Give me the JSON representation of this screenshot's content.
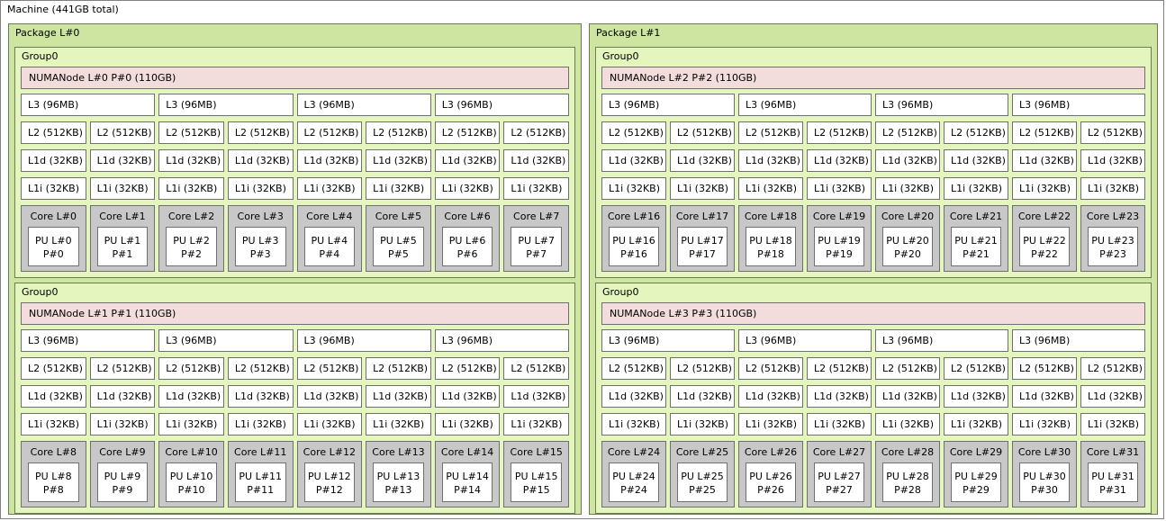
{
  "machine": {
    "label": "Machine (441GB total)"
  },
  "layout": {
    "cols_per_group": 8,
    "l3_per_group": 4
  },
  "packages": [
    {
      "label": "Package L#0",
      "groups": [
        {
          "label": "Group0",
          "numanode": "NUMANode L#0 P#0 (110GB)",
          "l3": [
            "L3 (96MB)",
            "L3 (96MB)",
            "L3 (96MB)",
            "L3 (96MB)"
          ],
          "l2": [
            "L2 (512KB)",
            "L2 (512KB)",
            "L2 (512KB)",
            "L2 (512KB)",
            "L2 (512KB)",
            "L2 (512KB)",
            "L2 (512KB)",
            "L2 (512KB)"
          ],
          "l1d": [
            "L1d (32KB)",
            "L1d (32KB)",
            "L1d (32KB)",
            "L1d (32KB)",
            "L1d (32KB)",
            "L1d (32KB)",
            "L1d (32KB)",
            "L1d (32KB)"
          ],
          "l1i": [
            "L1i (32KB)",
            "L1i (32KB)",
            "L1i (32KB)",
            "L1i (32KB)",
            "L1i (32KB)",
            "L1i (32KB)",
            "L1i (32KB)",
            "L1i (32KB)"
          ],
          "cores": [
            {
              "label": "Core L#0",
              "pu_l": "PU L#0",
              "pu_p": "P#0"
            },
            {
              "label": "Core L#1",
              "pu_l": "PU L#1",
              "pu_p": "P#1"
            },
            {
              "label": "Core L#2",
              "pu_l": "PU L#2",
              "pu_p": "P#2"
            },
            {
              "label": "Core L#3",
              "pu_l": "PU L#3",
              "pu_p": "P#3"
            },
            {
              "label": "Core L#4",
              "pu_l": "PU L#4",
              "pu_p": "P#4"
            },
            {
              "label": "Core L#5",
              "pu_l": "PU L#5",
              "pu_p": "P#5"
            },
            {
              "label": "Core L#6",
              "pu_l": "PU L#6",
              "pu_p": "P#6"
            },
            {
              "label": "Core L#7",
              "pu_l": "PU L#7",
              "pu_p": "P#7"
            }
          ]
        },
        {
          "label": "Group0",
          "numanode": "NUMANode L#1 P#1 (110GB)",
          "l3": [
            "L3 (96MB)",
            "L3 (96MB)",
            "L3 (96MB)",
            "L3 (96MB)"
          ],
          "l2": [
            "L2 (512KB)",
            "L2 (512KB)",
            "L2 (512KB)",
            "L2 (512KB)",
            "L2 (512KB)",
            "L2 (512KB)",
            "L2 (512KB)",
            "L2 (512KB)"
          ],
          "l1d": [
            "L1d (32KB)",
            "L1d (32KB)",
            "L1d (32KB)",
            "L1d (32KB)",
            "L1d (32KB)",
            "L1d (32KB)",
            "L1d (32KB)",
            "L1d (32KB)"
          ],
          "l1i": [
            "L1i (32KB)",
            "L1i (32KB)",
            "L1i (32KB)",
            "L1i (32KB)",
            "L1i (32KB)",
            "L1i (32KB)",
            "L1i (32KB)",
            "L1i (32KB)"
          ],
          "cores": [
            {
              "label": "Core L#8",
              "pu_l": "PU L#8",
              "pu_p": "P#8"
            },
            {
              "label": "Core L#9",
              "pu_l": "PU L#9",
              "pu_p": "P#9"
            },
            {
              "label": "Core L#10",
              "pu_l": "PU L#10",
              "pu_p": "P#10"
            },
            {
              "label": "Core L#11",
              "pu_l": "PU L#11",
              "pu_p": "P#11"
            },
            {
              "label": "Core L#12",
              "pu_l": "PU L#12",
              "pu_p": "P#12"
            },
            {
              "label": "Core L#13",
              "pu_l": "PU L#13",
              "pu_p": "P#13"
            },
            {
              "label": "Core L#14",
              "pu_l": "PU L#14",
              "pu_p": "P#14"
            },
            {
              "label": "Core L#15",
              "pu_l": "PU L#15",
              "pu_p": "P#15"
            }
          ]
        }
      ]
    },
    {
      "label": "Package L#1",
      "groups": [
        {
          "label": "Group0",
          "numanode": "NUMANode L#2 P#2 (110GB)",
          "l3": [
            "L3 (96MB)",
            "L3 (96MB)",
            "L3 (96MB)",
            "L3 (96MB)"
          ],
          "l2": [
            "L2 (512KB)",
            "L2 (512KB)",
            "L2 (512KB)",
            "L2 (512KB)",
            "L2 (512KB)",
            "L2 (512KB)",
            "L2 (512KB)",
            "L2 (512KB)"
          ],
          "l1d": [
            "L1d (32KB)",
            "L1d (32KB)",
            "L1d (32KB)",
            "L1d (32KB)",
            "L1d (32KB)",
            "L1d (32KB)",
            "L1d (32KB)",
            "L1d (32KB)"
          ],
          "l1i": [
            "L1i (32KB)",
            "L1i (32KB)",
            "L1i (32KB)",
            "L1i (32KB)",
            "L1i (32KB)",
            "L1i (32KB)",
            "L1i (32KB)",
            "L1i (32KB)"
          ],
          "cores": [
            {
              "label": "Core L#16",
              "pu_l": "PU L#16",
              "pu_p": "P#16"
            },
            {
              "label": "Core L#17",
              "pu_l": "PU L#17",
              "pu_p": "P#17"
            },
            {
              "label": "Core L#18",
              "pu_l": "PU L#18",
              "pu_p": "P#18"
            },
            {
              "label": "Core L#19",
              "pu_l": "PU L#19",
              "pu_p": "P#19"
            },
            {
              "label": "Core L#20",
              "pu_l": "PU L#20",
              "pu_p": "P#20"
            },
            {
              "label": "Core L#21",
              "pu_l": "PU L#21",
              "pu_p": "P#21"
            },
            {
              "label": "Core L#22",
              "pu_l": "PU L#22",
              "pu_p": "P#22"
            },
            {
              "label": "Core L#23",
              "pu_l": "PU L#23",
              "pu_p": "P#23"
            }
          ]
        },
        {
          "label": "Group0",
          "numanode": "NUMANode L#3 P#3 (110GB)",
          "l3": [
            "L3 (96MB)",
            "L3 (96MB)",
            "L3 (96MB)",
            "L3 (96MB)"
          ],
          "l2": [
            "L2 (512KB)",
            "L2 (512KB)",
            "L2 (512KB)",
            "L2 (512KB)",
            "L2 (512KB)",
            "L2 (512KB)",
            "L2 (512KB)",
            "L2 (512KB)"
          ],
          "l1d": [
            "L1d (32KB)",
            "L1d (32KB)",
            "L1d (32KB)",
            "L1d (32KB)",
            "L1d (32KB)",
            "L1d (32KB)",
            "L1d (32KB)",
            "L1d (32KB)"
          ],
          "l1i": [
            "L1i (32KB)",
            "L1i (32KB)",
            "L1i (32KB)",
            "L1i (32KB)",
            "L1i (32KB)",
            "L1i (32KB)",
            "L1i (32KB)",
            "L1i (32KB)"
          ],
          "cores": [
            {
              "label": "Core L#24",
              "pu_l": "PU L#24",
              "pu_p": "P#24"
            },
            {
              "label": "Core L#25",
              "pu_l": "PU L#25",
              "pu_p": "P#25"
            },
            {
              "label": "Core L#26",
              "pu_l": "PU L#26",
              "pu_p": "P#26"
            },
            {
              "label": "Core L#27",
              "pu_l": "PU L#27",
              "pu_p": "P#27"
            },
            {
              "label": "Core L#28",
              "pu_l": "PU L#28",
              "pu_p": "P#28"
            },
            {
              "label": "Core L#29",
              "pu_l": "PU L#29",
              "pu_p": "P#29"
            },
            {
              "label": "Core L#30",
              "pu_l": "PU L#30",
              "pu_p": "P#30"
            },
            {
              "label": "Core L#31",
              "pu_l": "PU L#31",
              "pu_p": "P#31"
            }
          ]
        }
      ]
    }
  ],
  "colors": {
    "machine_bg": "#ffffff",
    "machine_border": "#808080",
    "package_bg": "#cde5a0",
    "group_bg": "#e4f5bd",
    "numanode_bg": "#f2dcdc",
    "cache_bg": "#ffffff",
    "core_bg": "#c8c8c8",
    "pu_bg": "#ffffff",
    "box_border": "#6f6f6f",
    "green_border": "#6e7b55"
  }
}
